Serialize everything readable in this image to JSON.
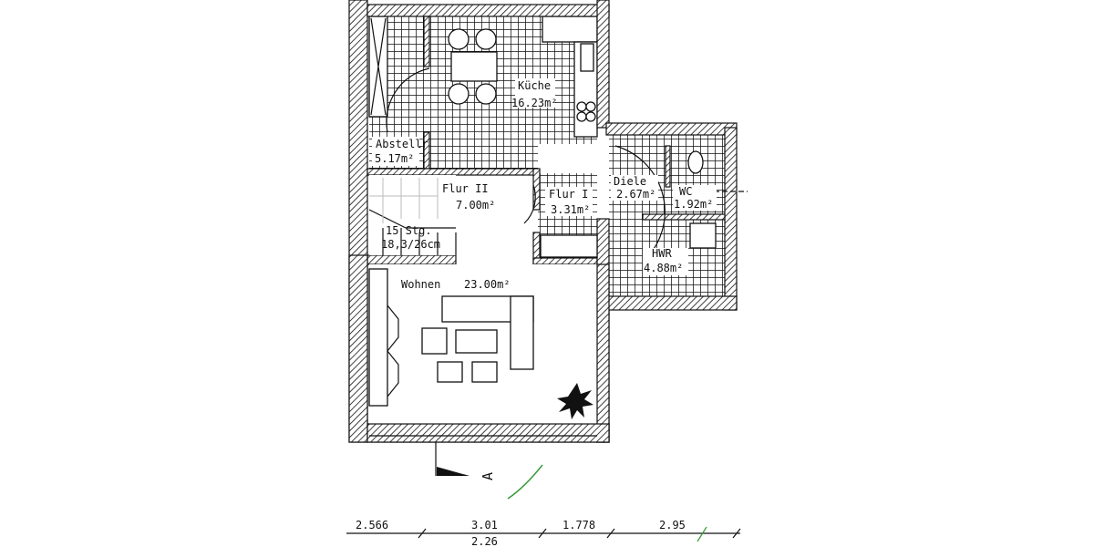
{
  "colors": {
    "ink": "#111111",
    "check_mark": "#3a9a3a"
  },
  "rooms": [
    {
      "name": "Küche",
      "area": "16.23m²"
    },
    {
      "name": "Abstellr",
      "area": "5.17m²"
    },
    {
      "name": "Flur II",
      "area": "7.00m²"
    },
    {
      "name": "Flur I",
      "area": "3.31m²"
    },
    {
      "name": "Diele",
      "area": "2.67m²"
    },
    {
      "name": "WC",
      "area": "1.92m²"
    },
    {
      "name": "HWR",
      "area": "4.88m²"
    },
    {
      "name": "Wohnen",
      "area": "23.00m²"
    }
  ],
  "stair": {
    "steps": "15 Stg.",
    "rise": "18,3/26cm"
  },
  "section_marker": "A",
  "dimensions": {
    "top_row": [
      "2.566",
      "3.01",
      "1.778",
      "2.95"
    ],
    "bottom_row": [
      "2.26"
    ]
  }
}
